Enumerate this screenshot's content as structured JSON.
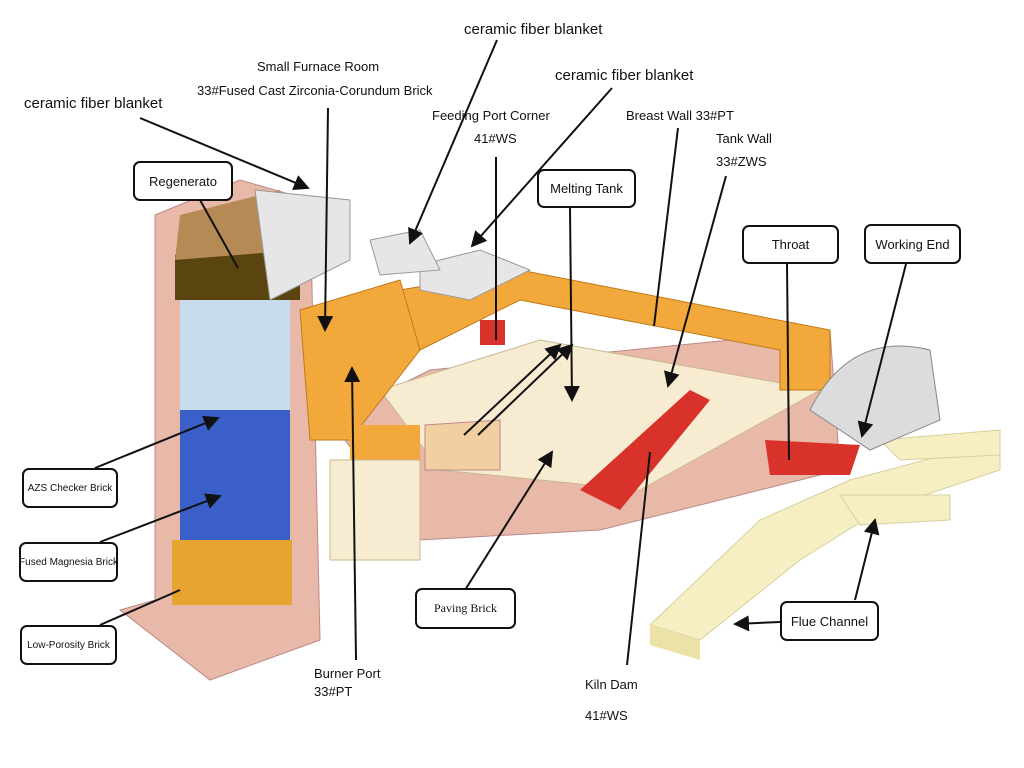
{
  "title_labels": {
    "blanket_top": "ceramic fiber blanket",
    "blanket_left": "ceramic fiber blanket",
    "blanket_right": "ceramic fiber blanket",
    "small_furnace_room": "Small Furnace Room",
    "small_furnace_room_material": "33#Fused Cast Zirconia-Corundum Brick",
    "feeding_port_corner": "Feeding Port Corner",
    "feeding_port_material": "41#WS",
    "breast_wall": "Breast Wall 33#PT",
    "tank_wall": "Tank Wall",
    "tank_wall_material": "33#ZWS",
    "burner_port": "Burner Port",
    "burner_port_material": "33#PT",
    "kiln_dam": "Kiln Dam",
    "kiln_dam_material": "41#WS"
  },
  "boxes": {
    "regenerator": "Regenerato",
    "melting_tank": "Melting Tank",
    "throat": "Throat",
    "working_end": "Working End",
    "azs_checker": "AZS Checker Brick",
    "fused_magnesia": "Fused Magnesia Brick",
    "low_porosity": "Low-Porosity Brick",
    "paving_brick": "Paving Brick",
    "flue_channel": "Flue Channel"
  },
  "colors": {
    "brick": "#e8b9a8",
    "refractory_orange": "#f2a83a",
    "dam_red": "#d8322a",
    "checker_blue": "#3a5fc8",
    "checker_light": "#c8dcef",
    "floor_cream": "#f7ecd2",
    "flue_pale": "#f6efc4",
    "blanket_gray": "#e6e6e6"
  }
}
